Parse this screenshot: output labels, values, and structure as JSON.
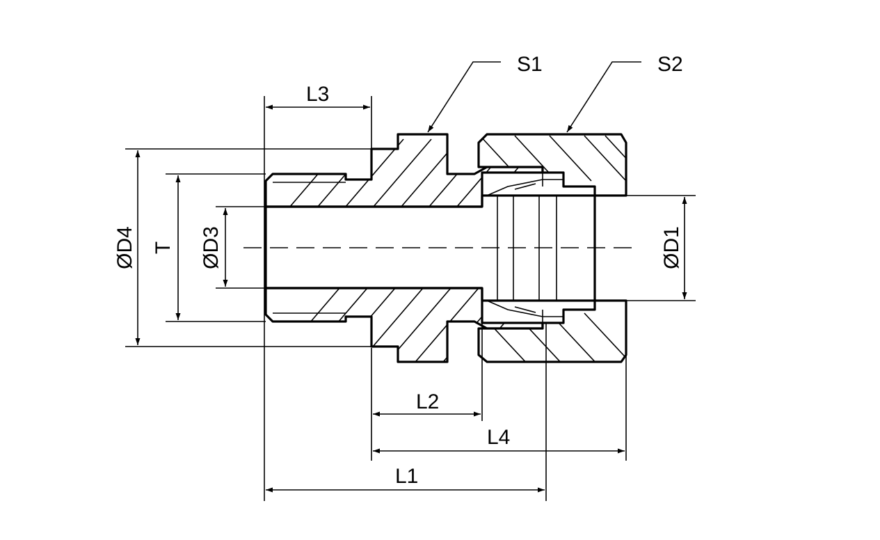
{
  "labels": {
    "s1": "S1",
    "s2": "S2",
    "l1": "L1",
    "l2": "L2",
    "l3": "L3",
    "l4": "L4",
    "d1": "ØD1",
    "d3": "ØD3",
    "d4": "ØD4",
    "t": "T"
  }
}
